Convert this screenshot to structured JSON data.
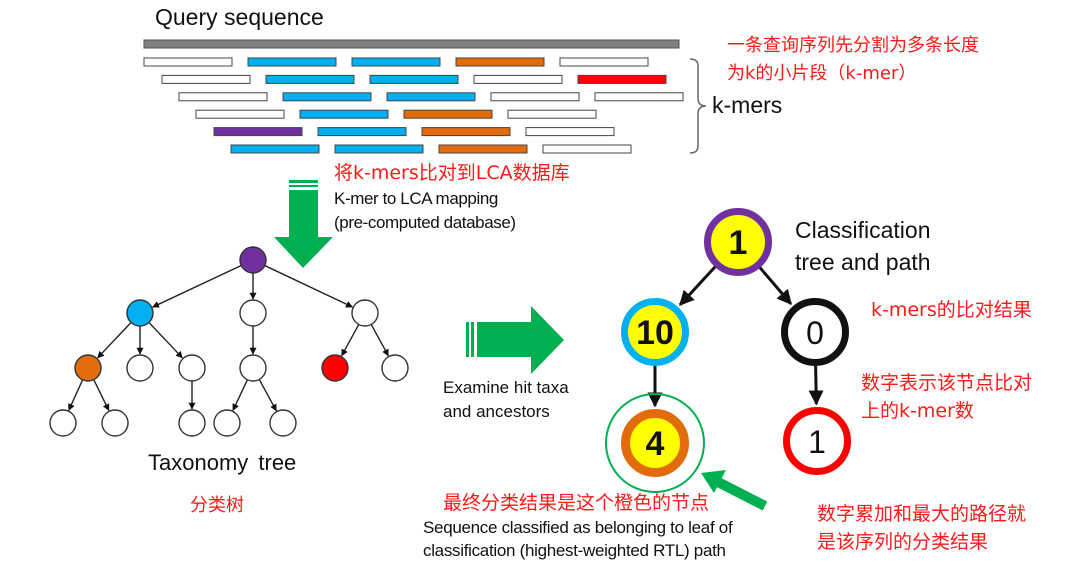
{
  "colors": {
    "query_bar": "#7f7f7f",
    "kmer_white": "#ffffff",
    "kmer_blue": "#00b0f0",
    "kmer_orange": "#e36c0a",
    "kmer_red": "#ff0000",
    "kmer_purple": "#7030a0",
    "arrow_green": "#00b050",
    "node_yellow": "#ffff00",
    "annotation_red": "#ff1a1a"
  },
  "query": {
    "title": "Query sequence",
    "kmer_rows": [
      [
        "white",
        "blue",
        "blue",
        "orange",
        "white"
      ],
      [
        "white",
        "blue",
        "blue",
        "white",
        "red"
      ],
      [
        "white",
        "blue",
        "blue",
        "white",
        "white"
      ],
      [
        "white",
        "blue",
        "orange",
        "white"
      ],
      [
        "purple",
        "blue",
        "orange",
        "white"
      ],
      [
        "blue",
        "blue",
        "orange",
        "white"
      ]
    ],
    "kmers_label": "k-mers",
    "note_cn_line1": "一条查询序列先分割为多条长度",
    "note_cn_line2": "为k的小片段（k-mer）"
  },
  "mapping": {
    "note_cn": "将k-mers比对到LCA数据库",
    "line1": "K-mer to LCA mapping",
    "line2": "(pre-computed database)"
  },
  "taxonomy_tree": {
    "label": "Taxonomy tree",
    "label_cn": "分类树",
    "nodes": [
      {
        "id": "root",
        "color": "purple",
        "parent": null
      },
      {
        "id": "a",
        "color": "blue",
        "parent": "root"
      },
      {
        "id": "b",
        "color": "white",
        "parent": "root"
      },
      {
        "id": "c",
        "color": "white",
        "parent": "root"
      },
      {
        "id": "a1",
        "color": "orange",
        "parent": "a"
      },
      {
        "id": "a2",
        "color": "white",
        "parent": "a"
      },
      {
        "id": "a3",
        "color": "white",
        "parent": "a"
      },
      {
        "id": "b1",
        "color": "white",
        "parent": "b"
      },
      {
        "id": "c1",
        "color": "red",
        "parent": "c"
      },
      {
        "id": "c2",
        "color": "white",
        "parent": "c"
      },
      {
        "id": "a1a",
        "color": "white",
        "parent": "a1"
      },
      {
        "id": "a1b",
        "color": "white",
        "parent": "a1"
      },
      {
        "id": "a3a",
        "color": "white",
        "parent": "a3"
      },
      {
        "id": "b1a",
        "color": "white",
        "parent": "b1"
      },
      {
        "id": "b1b",
        "color": "white",
        "parent": "b1"
      }
    ]
  },
  "examine": {
    "line1": "Examine hit taxa",
    "line2": "and ancestors"
  },
  "classification_tree": {
    "title_line1": "Classification",
    "title_line2": "tree and path",
    "nodes": [
      {
        "id": "root",
        "value": "1",
        "ring": "purple",
        "fill": "yellow",
        "parent": null
      },
      {
        "id": "left",
        "value": "10",
        "ring": "blue",
        "fill": "yellow",
        "parent": "root"
      },
      {
        "id": "right",
        "value": "0",
        "ring": "black",
        "fill": "white",
        "parent": "root"
      },
      {
        "id": "leaf",
        "value": "4",
        "ring": "orange",
        "fill": "yellow",
        "parent": "left",
        "highlighted": true
      },
      {
        "id": "right-child",
        "value": "1",
        "ring": "red",
        "fill": "white",
        "parent": "right"
      }
    ],
    "note_kmer_result_cn": "k-mers的比对结果",
    "note_count_cn_line1": "数字表示该节点比对",
    "note_count_cn_line2": "上的k-mer数",
    "note_path_cn_line1": "数字累加和最大的路径就",
    "note_path_cn_line2": "是该序列的分类结果",
    "note_final_cn": "最终分类结果是这个橙色的节点",
    "result_line1": "Sequence classified as belonging to leaf of",
    "result_line2": "classification (highest-weighted RTL) path"
  }
}
